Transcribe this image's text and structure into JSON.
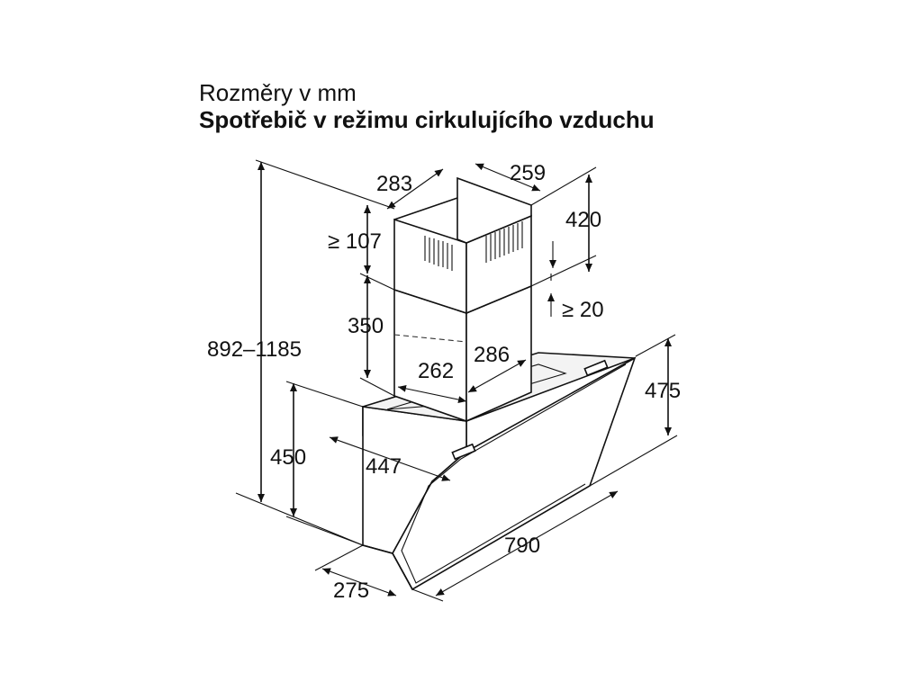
{
  "heading": {
    "unit_text": "Rozměry v mm",
    "mode_text": "Spotřebič v režimu cirkulujícího vzduchu"
  },
  "dimensions": {
    "chimney_depth": "283",
    "chimney_width": "259",
    "chimney_top_height": "420",
    "clearance_top": "≥ 107",
    "chimney_lower_height": "350",
    "clearance_side": "≥ 20",
    "total_height": "892–1185",
    "inner_width": "262",
    "inner_depth": "286",
    "front_height": "475",
    "body_height": "450",
    "body_depth": "447",
    "total_width": "790",
    "base_depth": "275"
  },
  "colors": {
    "line": "#111111",
    "background": "#ffffff"
  }
}
